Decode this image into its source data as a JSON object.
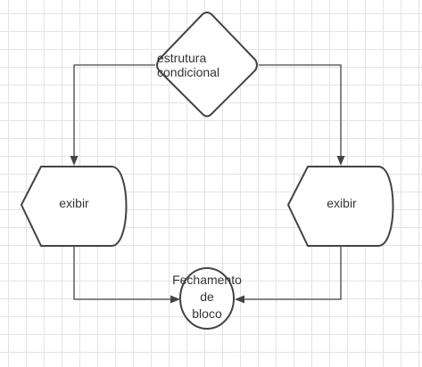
{
  "diagram": {
    "nodes": {
      "decision": {
        "line1": "estrutura",
        "line2": "condicional"
      },
      "display_left": {
        "label": "exibir"
      },
      "display_right": {
        "label": "exibir"
      },
      "terminator": {
        "line1": "Fechamento",
        "line2": "de",
        "line3": "bloco"
      }
    },
    "edges": [
      {
        "from": "decision",
        "to": "display_left"
      },
      {
        "from": "decision",
        "to": "display_right"
      },
      {
        "from": "display_left",
        "to": "terminator"
      },
      {
        "from": "display_right",
        "to": "terminator"
      }
    ]
  },
  "colors": {
    "stroke": "#444444",
    "text": "#333333",
    "grid": "#e3e3e3",
    "background": "#ffffff"
  }
}
